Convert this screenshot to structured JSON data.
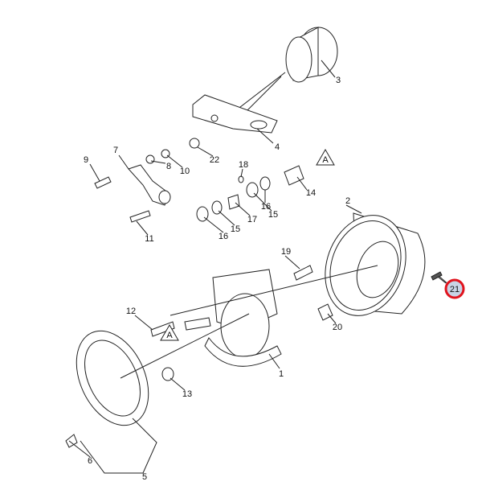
{
  "title": "Brake assembly exploded parts diagram",
  "highlight_color": "#e0141e",
  "highlight_fill": "#c8d4e6",
  "callouts": [
    {
      "id": "c3",
      "text": "3"
    },
    {
      "id": "c4",
      "text": "4"
    },
    {
      "id": "c22",
      "text": "22"
    },
    {
      "id": "c9",
      "text": "9"
    },
    {
      "id": "c7",
      "text": "7"
    },
    {
      "id": "c8",
      "text": "8"
    },
    {
      "id": "c10",
      "text": "10"
    },
    {
      "id": "c18",
      "text": "18"
    },
    {
      "id": "c14",
      "text": "14"
    },
    {
      "id": "c2",
      "text": "2"
    },
    {
      "id": "c16a",
      "text": "16"
    },
    {
      "id": "c15a",
      "text": "15"
    },
    {
      "id": "c17",
      "text": "17"
    },
    {
      "id": "c15b",
      "text": "15"
    },
    {
      "id": "c16b",
      "text": "16"
    },
    {
      "id": "c11",
      "text": "11"
    },
    {
      "id": "c19",
      "text": "19"
    },
    {
      "id": "c12",
      "text": "12"
    },
    {
      "id": "c20",
      "text": "20"
    },
    {
      "id": "c1",
      "text": "1"
    },
    {
      "id": "c13",
      "text": "13"
    },
    {
      "id": "c6",
      "text": "6"
    },
    {
      "id": "c5",
      "text": "5"
    }
  ],
  "section_markers": [
    {
      "id": "a1",
      "text": "A"
    },
    {
      "id": "a2",
      "text": "A"
    }
  ],
  "selected_part": {
    "text": "21"
  }
}
